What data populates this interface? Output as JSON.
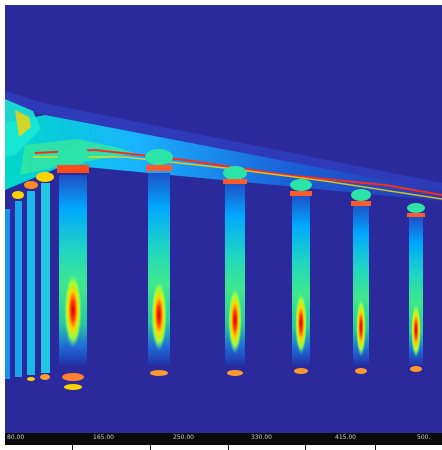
{
  "figure": {
    "colors": {
      "background": "#2a2a9c",
      "scale_bar": "#0a0a0a",
      "scale_text": "#cfcfcf"
    },
    "colormap": [
      "#1f1f8f",
      "#00b4ff",
      "#33e1c8",
      "#c8ff3c",
      "#ffe000",
      "#ff6a00",
      "#d70000"
    ]
  },
  "scale": {
    "labels": [
      "80.00",
      "165.00",
      "250.00",
      "330.00",
      "415.00",
      "500."
    ]
  }
}
